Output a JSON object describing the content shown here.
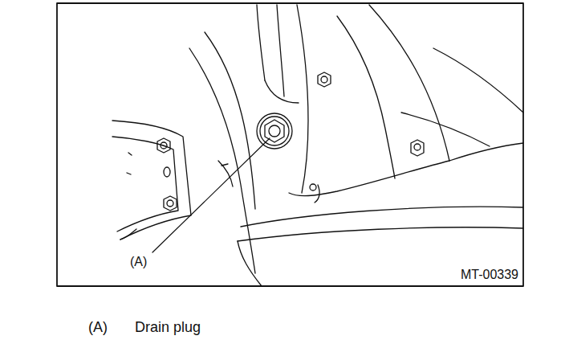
{
  "diagram": {
    "labels": [
      "(A)",
      "MT-00339",
      "(A)",
      "Drain plug"
    ]
  }
}
